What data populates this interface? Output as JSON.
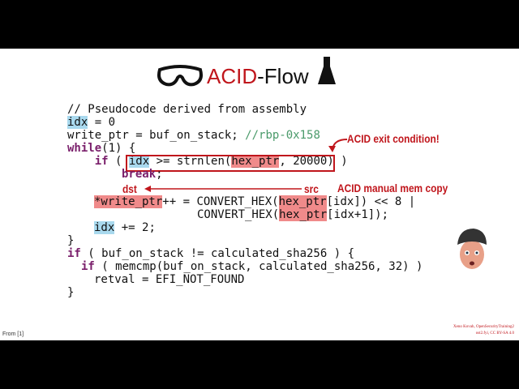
{
  "title": {
    "acid": "ACID",
    "rest": "-Flow"
  },
  "code": {
    "l1": "// Pseudocode derived from assembly",
    "l2a": "idx",
    "l2b": " = 0",
    "l3a": "write_ptr = buf_on_stack; ",
    "l3b": "//rbp-0x158",
    "l4a": "while",
    "l4b": "(1) {",
    "l5a": "    ",
    "l5kw": "if",
    "l5b": " ( ",
    "l5idx": "idx",
    "l5c": " >= strnlen(",
    "l5hex": "hex_ptr",
    "l5d": ", 20000) )",
    "l6kw": "break",
    "l6b": ";",
    "l7a": "*write_ptr",
    "l7b": "++ = CONVERT_HEX(",
    "l7hex": "hex_ptr",
    "l7c": "[idx]) << 8 |",
    "l8a": "CONVERT_HEX(",
    "l8hex": "hex_ptr",
    "l8b": "[idx+1]);",
    "l9idx": "idx",
    "l9b": " += 2;",
    "l10": "}",
    "l11kw": "if",
    "l11b": " ( buf_on_stack != calculated_sha256 ) {",
    "l12kw": "if",
    "l12b": " ( memcmp(buf_on_stack, calculated_sha256, 32) )",
    "l13": "retval = EFI_NOT_FOUND",
    "l14": "}"
  },
  "annotations": {
    "exit": "ACID exit condition!",
    "copy": "ACID manual mem copy",
    "dst": "dst",
    "src": "src"
  },
  "footer": {
    "from": "From [1]",
    "credit1": "Xeno Kovah, OpenSecurityTraining2",
    "credit2": "ost2.fyi, CC BY-SA 4.0"
  },
  "colors": {
    "accent": "#c0161c",
    "highlight_acid": "#f08a8a",
    "highlight_idx": "#a9d9ee"
  }
}
